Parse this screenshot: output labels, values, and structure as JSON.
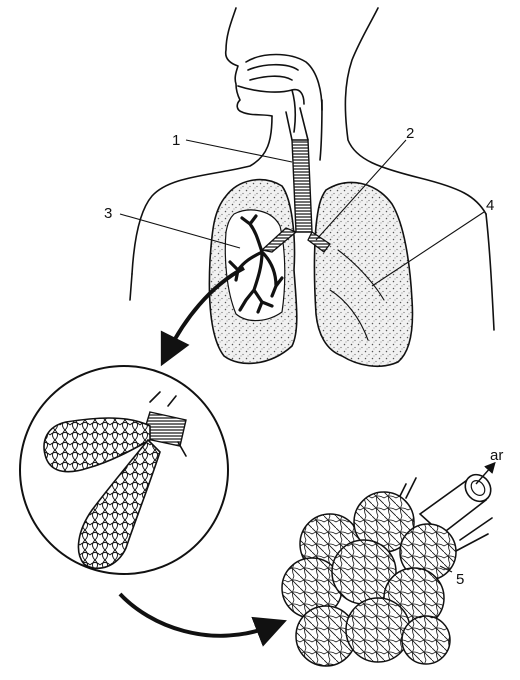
{
  "labels": {
    "l1": "1",
    "l2": "2",
    "l3": "3",
    "l4": "4",
    "l5": "5",
    "air": "ar"
  },
  "colors": {
    "ink": "#111111",
    "paper": "#ffffff",
    "stipple": "#dcdcdc"
  }
}
